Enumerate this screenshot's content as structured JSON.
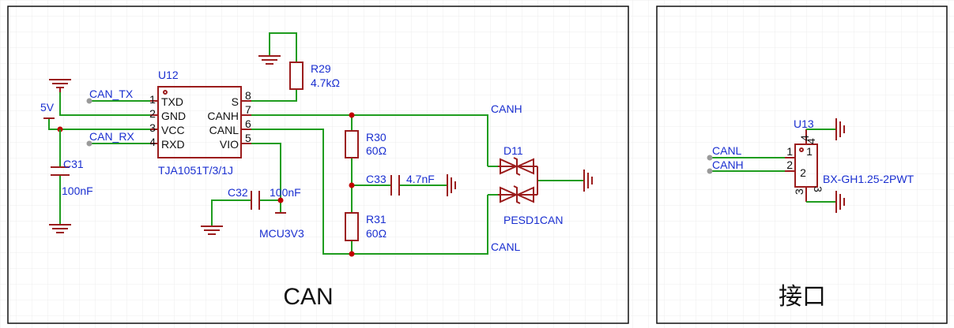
{
  "sheets": {
    "can_title": "CAN",
    "iface_title": "接口"
  },
  "nets": {
    "can_tx": "CAN_TX",
    "can_rx": "CAN_RX",
    "v5": "5V",
    "canh": "CANH",
    "canl": "CANL",
    "mcu3v3": "MCU3V3",
    "iface_canl": "CANL",
    "iface_canh": "CANH"
  },
  "u12": {
    "ref": "U12",
    "value": "TJA1051T/3/1J",
    "pins_left": [
      {
        "num": "1",
        "name": "TXD"
      },
      {
        "num": "2",
        "name": "GND"
      },
      {
        "num": "3",
        "name": "VCC"
      },
      {
        "num": "4",
        "name": "RXD"
      }
    ],
    "pins_right": [
      {
        "num": "8",
        "name": "S"
      },
      {
        "num": "7",
        "name": "CANH"
      },
      {
        "num": "6",
        "name": "CANL"
      },
      {
        "num": "5",
        "name": "VIO"
      }
    ]
  },
  "r29": {
    "ref": "R29",
    "value": "4.7kΩ"
  },
  "r30": {
    "ref": "R30",
    "value": "60Ω"
  },
  "r31": {
    "ref": "R31",
    "value": "60Ω"
  },
  "c31": {
    "ref": "C31",
    "value": "100nF"
  },
  "c32": {
    "ref": "C32",
    "value": "100nF"
  },
  "c33": {
    "ref": "C33",
    "value": "4.7nF"
  },
  "d11": {
    "ref": "D11",
    "value": "PESD1CAN"
  },
  "u13": {
    "ref": "U13",
    "value": "BX-GH1.25-2PWT",
    "pins": [
      "1",
      "2",
      "3",
      "4"
    ]
  },
  "colors": {
    "wire": "#1f9d1f",
    "component": "#9b1c1c",
    "net_label": "#1a2fd0",
    "junction": "#c00000",
    "grid": "#ececec"
  }
}
